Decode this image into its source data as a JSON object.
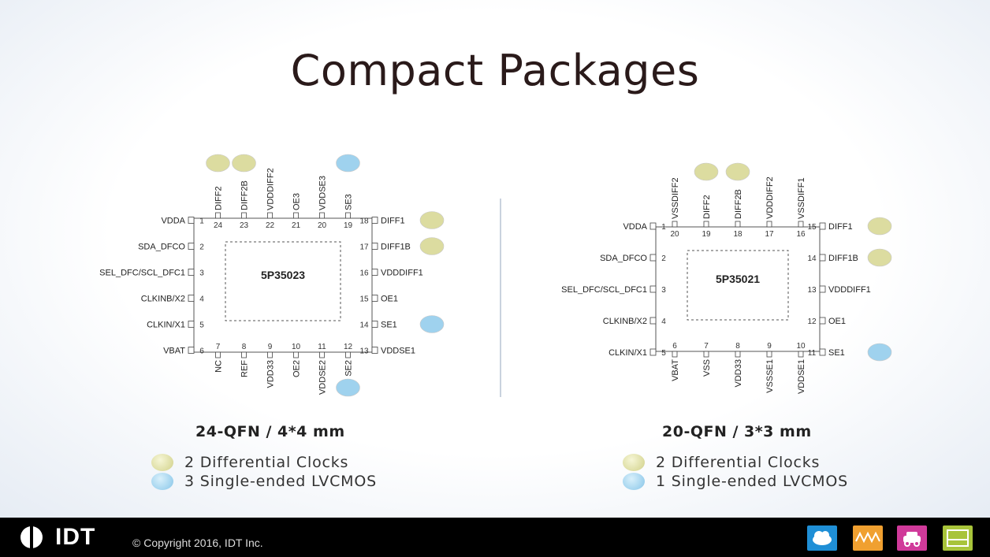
{
  "title": "Compact Packages",
  "packages": [
    {
      "chip": "5P35023",
      "caption": "24-QFN  /  4*4 mm",
      "top_pins": [
        {
          "num": "24",
          "label": "DIFF2",
          "marker": "yellow"
        },
        {
          "num": "23",
          "label": "DIFF2B",
          "marker": "yellow"
        },
        {
          "num": "22",
          "label": "VDDDIFF2",
          "marker": ""
        },
        {
          "num": "21",
          "label": "OE3",
          "marker": ""
        },
        {
          "num": "20",
          "label": "VDDSE3",
          "marker": ""
        },
        {
          "num": "19",
          "label": "SE3",
          "marker": "blue"
        }
      ],
      "left_pins": [
        {
          "num": "1",
          "label": "VDDA"
        },
        {
          "num": "2",
          "label": "SDA_DFCO"
        },
        {
          "num": "3",
          "label": "SEL_DFC/SCL_DFC1"
        },
        {
          "num": "4",
          "label": "CLKINB/X2"
        },
        {
          "num": "5",
          "label": "CLKIN/X1"
        },
        {
          "num": "6",
          "label": "VBAT"
        }
      ],
      "right_pins": [
        {
          "num": "18",
          "label": "DIFF1",
          "marker": "yellow"
        },
        {
          "num": "17",
          "label": "DIFF1B",
          "marker": "yellow"
        },
        {
          "num": "16",
          "label": "VDDDIFF1",
          "marker": ""
        },
        {
          "num": "15",
          "label": "OE1",
          "marker": ""
        },
        {
          "num": "14",
          "label": "SE1",
          "marker": "blue"
        },
        {
          "num": "13",
          "label": "VDDSE1",
          "marker": ""
        }
      ],
      "bottom_pins": [
        {
          "num": "7",
          "label": "NC",
          "marker": ""
        },
        {
          "num": "8",
          "label": "REF",
          "marker": ""
        },
        {
          "num": "9",
          "label": "VDD33",
          "marker": ""
        },
        {
          "num": "10",
          "label": "OE2",
          "marker": ""
        },
        {
          "num": "11",
          "label": "VDDSE2",
          "marker": ""
        },
        {
          "num": "12",
          "label": "SE2",
          "marker": "blue"
        }
      ],
      "legend": [
        {
          "marker": "yellow",
          "text": "2 Differential Clocks"
        },
        {
          "marker": "blue",
          "text": "3 Single-ended LVCMOS"
        }
      ]
    },
    {
      "chip": "5P35021",
      "caption": "20-QFN  /  3*3 mm",
      "top_pins": [
        {
          "num": "20",
          "label": "VSSDIFF2",
          "marker": ""
        },
        {
          "num": "19",
          "label": "DIFF2",
          "marker": "yellow"
        },
        {
          "num": "18",
          "label": "DIFF2B",
          "marker": "yellow"
        },
        {
          "num": "17",
          "label": "VDDDIFF2",
          "marker": ""
        },
        {
          "num": "16",
          "label": "VSSDIFF1",
          "marker": ""
        }
      ],
      "left_pins": [
        {
          "num": "1",
          "label": "VDDA"
        },
        {
          "num": "2",
          "label": "SDA_DFCO"
        },
        {
          "num": "3",
          "label": "SEL_DFC/SCL_DFC1"
        },
        {
          "num": "4",
          "label": "CLKINB/X2"
        },
        {
          "num": "5",
          "label": "CLKIN/X1"
        }
      ],
      "right_pins": [
        {
          "num": "15",
          "label": "DIFF1",
          "marker": "yellow"
        },
        {
          "num": "14",
          "label": "DIFF1B",
          "marker": "yellow"
        },
        {
          "num": "13",
          "label": "VDDDIFF1",
          "marker": ""
        },
        {
          "num": "12",
          "label": "OE1",
          "marker": ""
        },
        {
          "num": "11",
          "label": "SE1",
          "marker": "blue"
        }
      ],
      "bottom_pins": [
        {
          "num": "6",
          "label": "VBAT",
          "marker": ""
        },
        {
          "num": "7",
          "label": "VSS",
          "marker": ""
        },
        {
          "num": "8",
          "label": "VDD33",
          "marker": ""
        },
        {
          "num": "9",
          "label": "VSSSE1",
          "marker": ""
        },
        {
          "num": "10",
          "label": "VDDSE1",
          "marker": ""
        }
      ],
      "legend": [
        {
          "marker": "yellow",
          "text": "2 Differential Clocks"
        },
        {
          "marker": "blue",
          "text": "1 Single-ended LVCMOS"
        }
      ]
    }
  ],
  "footer": {
    "logo_text": "IDT",
    "copyright": "© Copyright 2016, IDT Inc.",
    "app_icons": [
      "cloud-icon",
      "waveform-icon",
      "car-icon",
      "industrial-icon"
    ]
  },
  "colors": {
    "yellow_marker": "#dcdca0",
    "blue_marker": "#9fd2ee",
    "footer_bg": "#000000"
  }
}
